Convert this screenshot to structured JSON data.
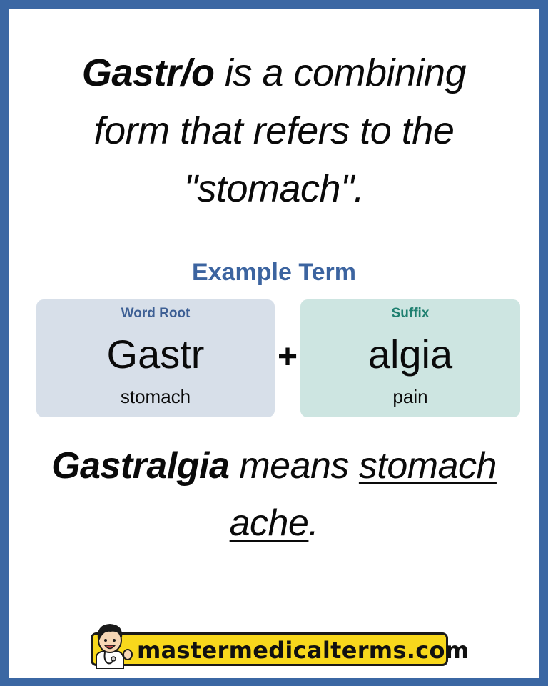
{
  "colors": {
    "frame": "#3b67a3",
    "panel": "#ffffff",
    "accent_blue": "#3c64a0",
    "root_label": "#3d5f94",
    "suffix_label": "#1f8070",
    "root_box": "#d7dfe9",
    "suffix_box": "#cde5e1",
    "brand_yellow": "#f8d81c"
  },
  "intro": {
    "term": "Gastr/o",
    "line1_rest": " is a combining",
    "line2": "form that refers to the",
    "line3": "\"stomach\"."
  },
  "example": {
    "title": "Example Term",
    "operator": "+",
    "parts": [
      {
        "label": "Word Root",
        "part": "Gastr",
        "meaning": "stomach"
      },
      {
        "label": "Suffix",
        "part": "algia",
        "meaning": "pain"
      }
    ]
  },
  "result": {
    "term": "Gastralgia",
    "connector": " means ",
    "meaning_line1": "stomach",
    "meaning_line2": "ache",
    "end_punct": "."
  },
  "brand": {
    "mascot_icon": "doctor-mascot-icon",
    "text": "mastermedicalterms.com"
  }
}
